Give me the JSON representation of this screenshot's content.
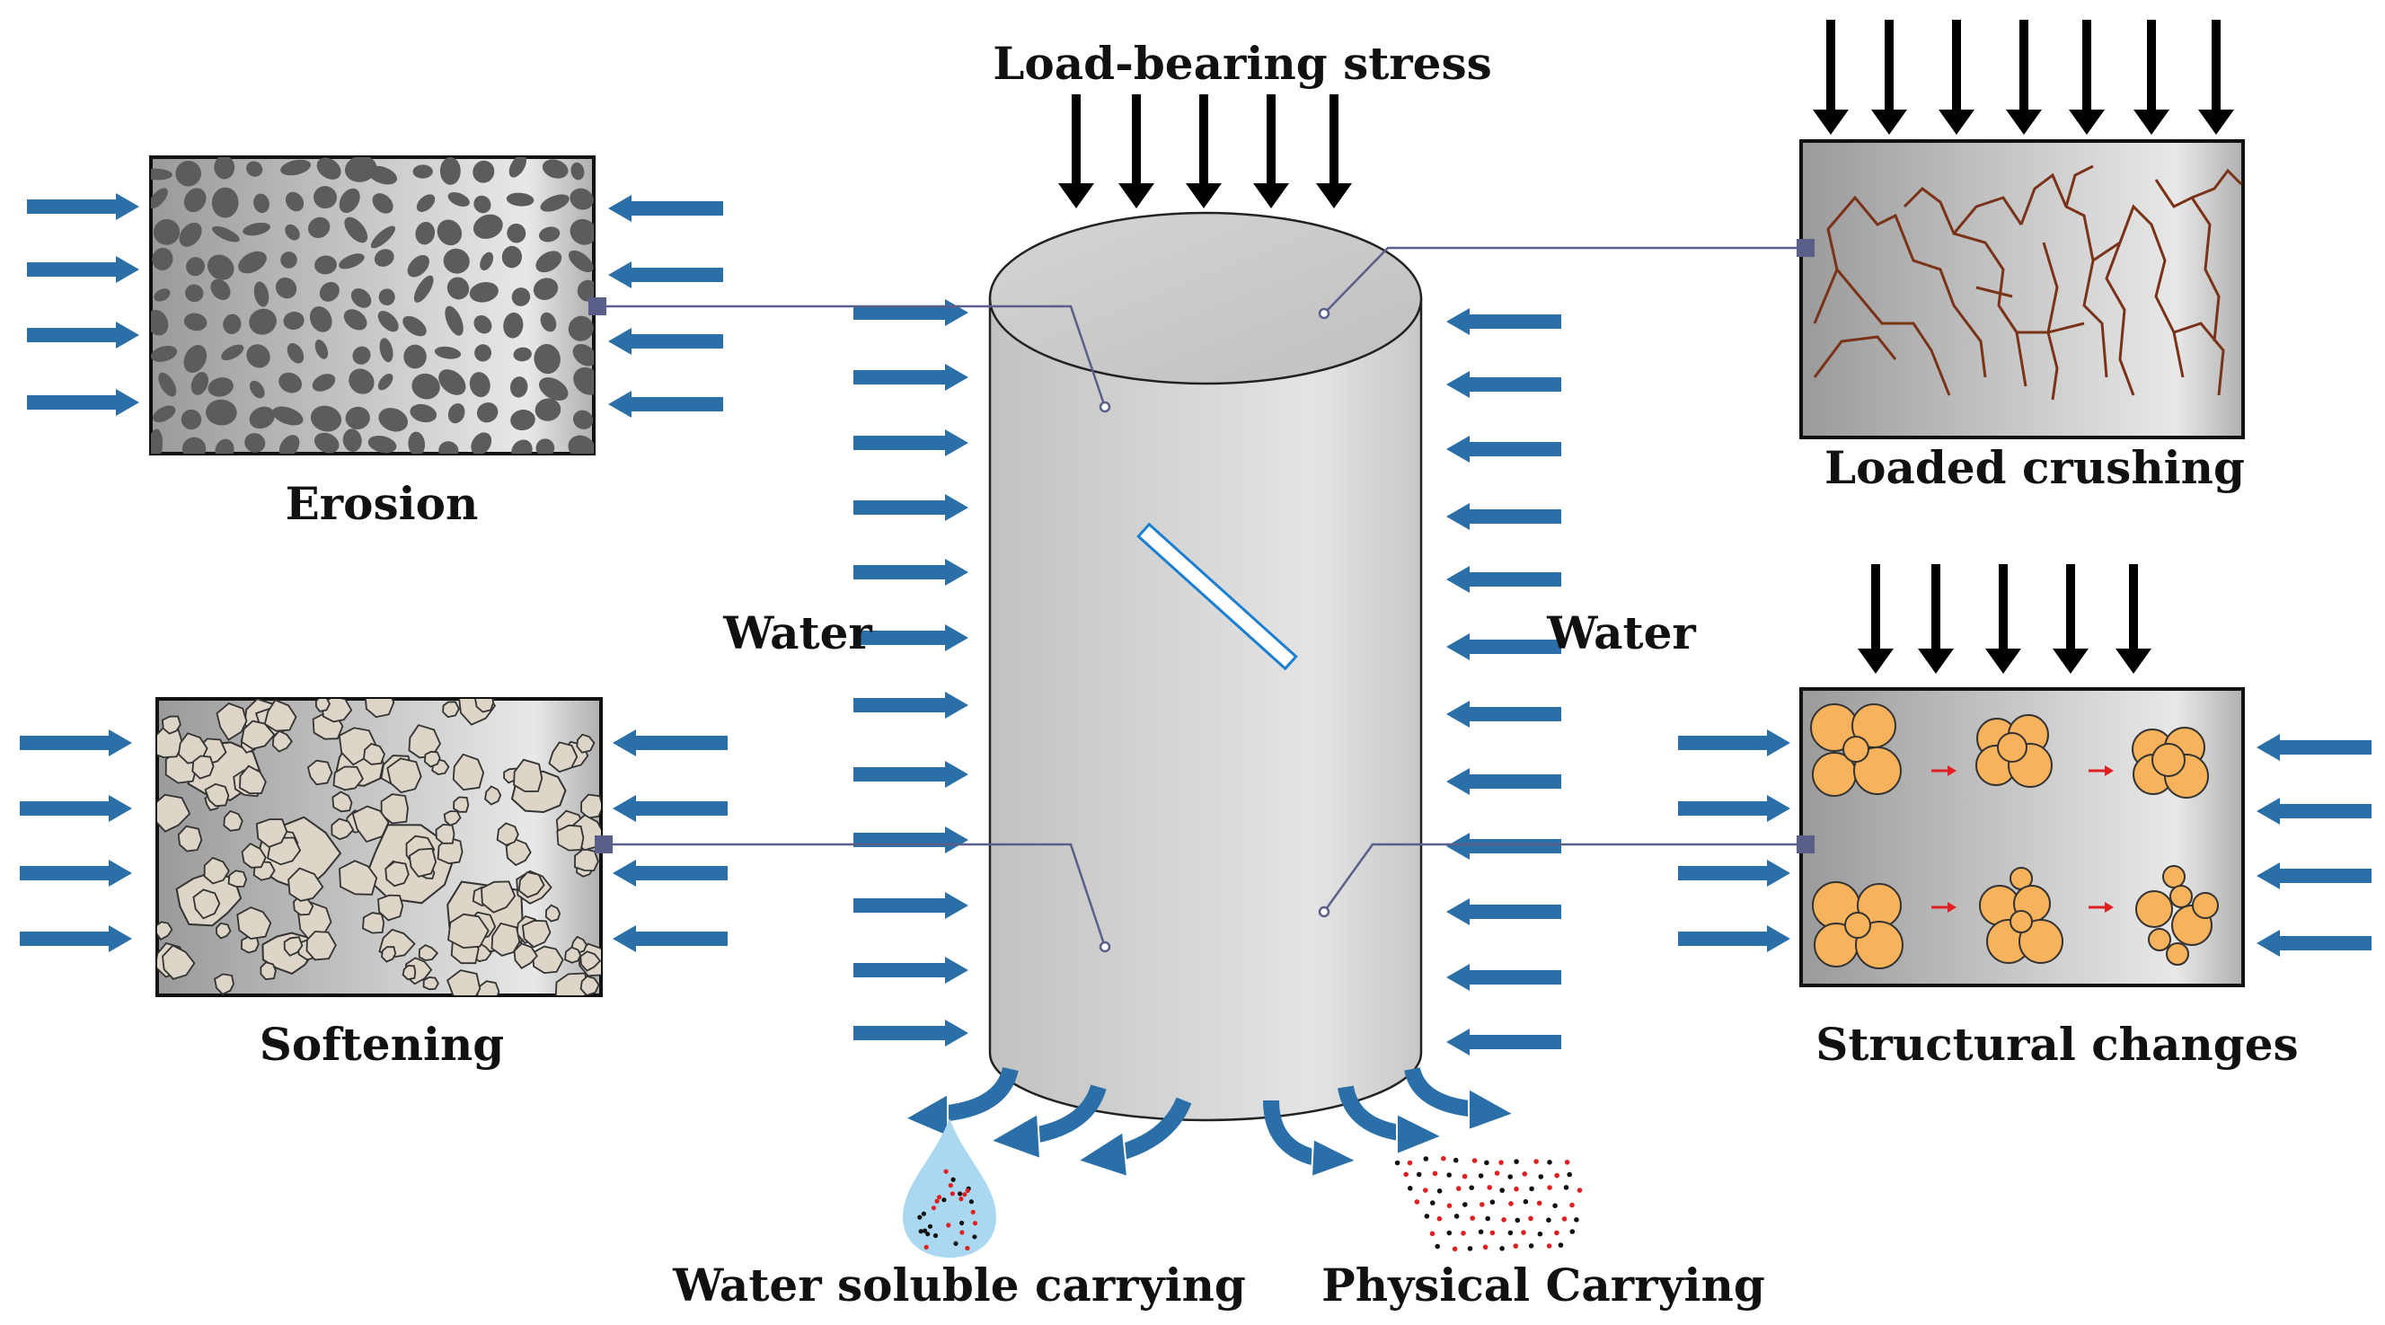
{
  "labels": {
    "load_bearing_stress": "Load-bearing stress",
    "erosion": "Erosion",
    "softening": "Softening",
    "water_left": "Water",
    "water_right": "Water",
    "loaded_crushing": "Loaded crushing",
    "structural_changes": "Structural changes",
    "water_soluble_carrying": "Water soluble carrying",
    "physical_carrying": "Physical Carrying"
  },
  "colors": {
    "water_arrow": "#2a6fa8",
    "stress_arrow": "#000000",
    "leader_line": "#5a5f8a",
    "crack": "#7a3318",
    "particle_fill": "#f7b25c",
    "particle_stroke": "#333333",
    "transition_arrow": "#e02020",
    "droplet": "#a9d8f0",
    "fissure_stroke": "#1a7fd0",
    "erosion_grain": "#5c5c5c",
    "softening_grain": "#ddd5c8"
  }
}
